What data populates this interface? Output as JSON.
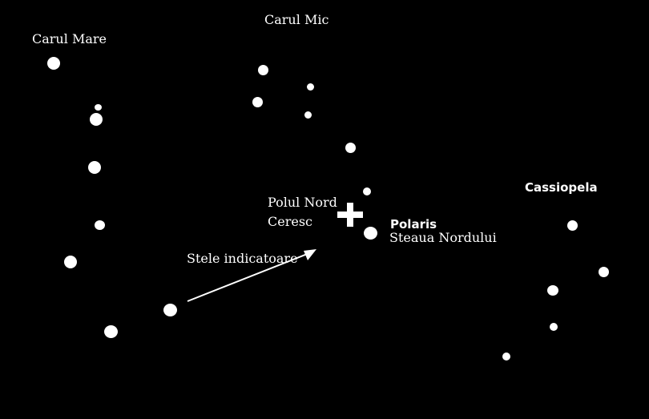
{
  "labels": {
    "big_dipper": "Carul Mare",
    "little_dipper": "Carul Mic",
    "celestial_pole_line1": "Polul Nord",
    "celestial_pole_line2": "Ceresc",
    "polaris": "Polaris",
    "polaris_sub": "Steaua Nordului",
    "cassiopeia": "Cassiopela",
    "pointer_stars": "Stele indicatoare"
  },
  "colors": {
    "background": "#000000",
    "stars": "#ffffff"
  },
  "icons": {
    "celestial_pole_marker": "plus-cross-icon",
    "pointer_arrow": "arrow-icon"
  }
}
